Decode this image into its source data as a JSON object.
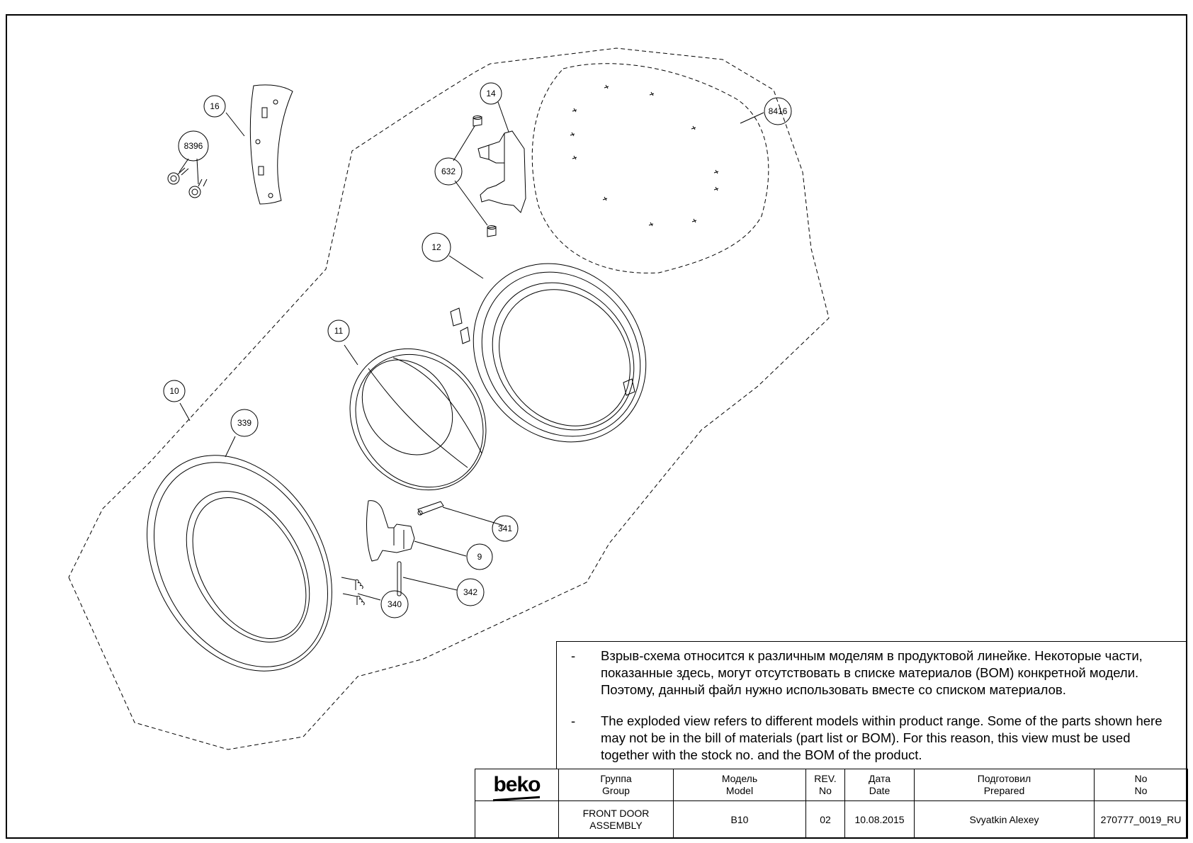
{
  "callouts": [
    "16",
    "8396",
    "14",
    "632",
    "8416",
    "12",
    "11",
    "10",
    "339",
    "341",
    "9",
    "342",
    "340"
  ],
  "notes": {
    "ru": "Взрыв-схема относится к различным моделям в продуктовой линейке. Некоторые части, показанные здесь, могут отсутствовать в списке материалов (BOM) конкретной модели. Поэтому, данный файл нужно использовать вместе со списком материалов.",
    "en": "The exploded view refers to different models within product range. Some of the parts shown here may not be in the bill of materials (part list or BOM). For this reason, this view must be used together with the stock no. and the BOM of the product.",
    "dash": "-"
  },
  "title_block": {
    "logo": "beko",
    "group_label_ru": "Группа",
    "group_label_en": "Group",
    "model_label_ru": "Модель",
    "model_label_en": "Model",
    "rev_label_1": "REV.",
    "rev_label_2": "No",
    "date_label_ru": "Дата",
    "date_label_en": "Date",
    "prepared_label_ru": "Подготовил",
    "prepared_label_en": "Prepared",
    "no_label_1": "No",
    "no_label_2": "No",
    "group_value_1": "FRONT DOOR",
    "group_value_2": "ASSEMBLY",
    "model_value": "B10",
    "rev_value": "02",
    "date_value": "10.08.2015",
    "prepared_value": "Svyatkin Alexey",
    "no_value": "270777_0019_RU"
  }
}
